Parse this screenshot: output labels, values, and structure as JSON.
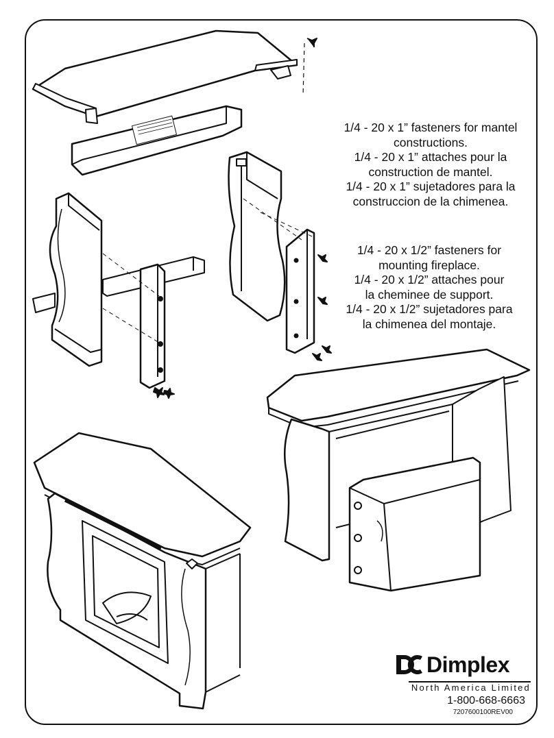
{
  "notes": {
    "fasteners_mantel": [
      "1/4 - 20 x 1” fasteners for mantel",
      "constructions.",
      "1/4 - 20 x 1” attaches pour la",
      "construction de mantel.",
      "1/4 - 20 x 1” sujetadores para la",
      "construccion de la chimenea."
    ],
    "fasteners_fireplace": [
      "1/4 - 20 x 1/2” fasteners for",
      "mounting fireplace.",
      "1/4 - 20 x 1/2” attaches pour",
      "la cheminee de support.",
      "1/4 - 20 x 1/2” sujetadores para",
      "la chimenea del montaje."
    ]
  },
  "brand": {
    "name": "Dimplex",
    "subtitle": "North America Limited",
    "phone": "1-800-668-6663",
    "doc_code": "7207600100REV00"
  }
}
